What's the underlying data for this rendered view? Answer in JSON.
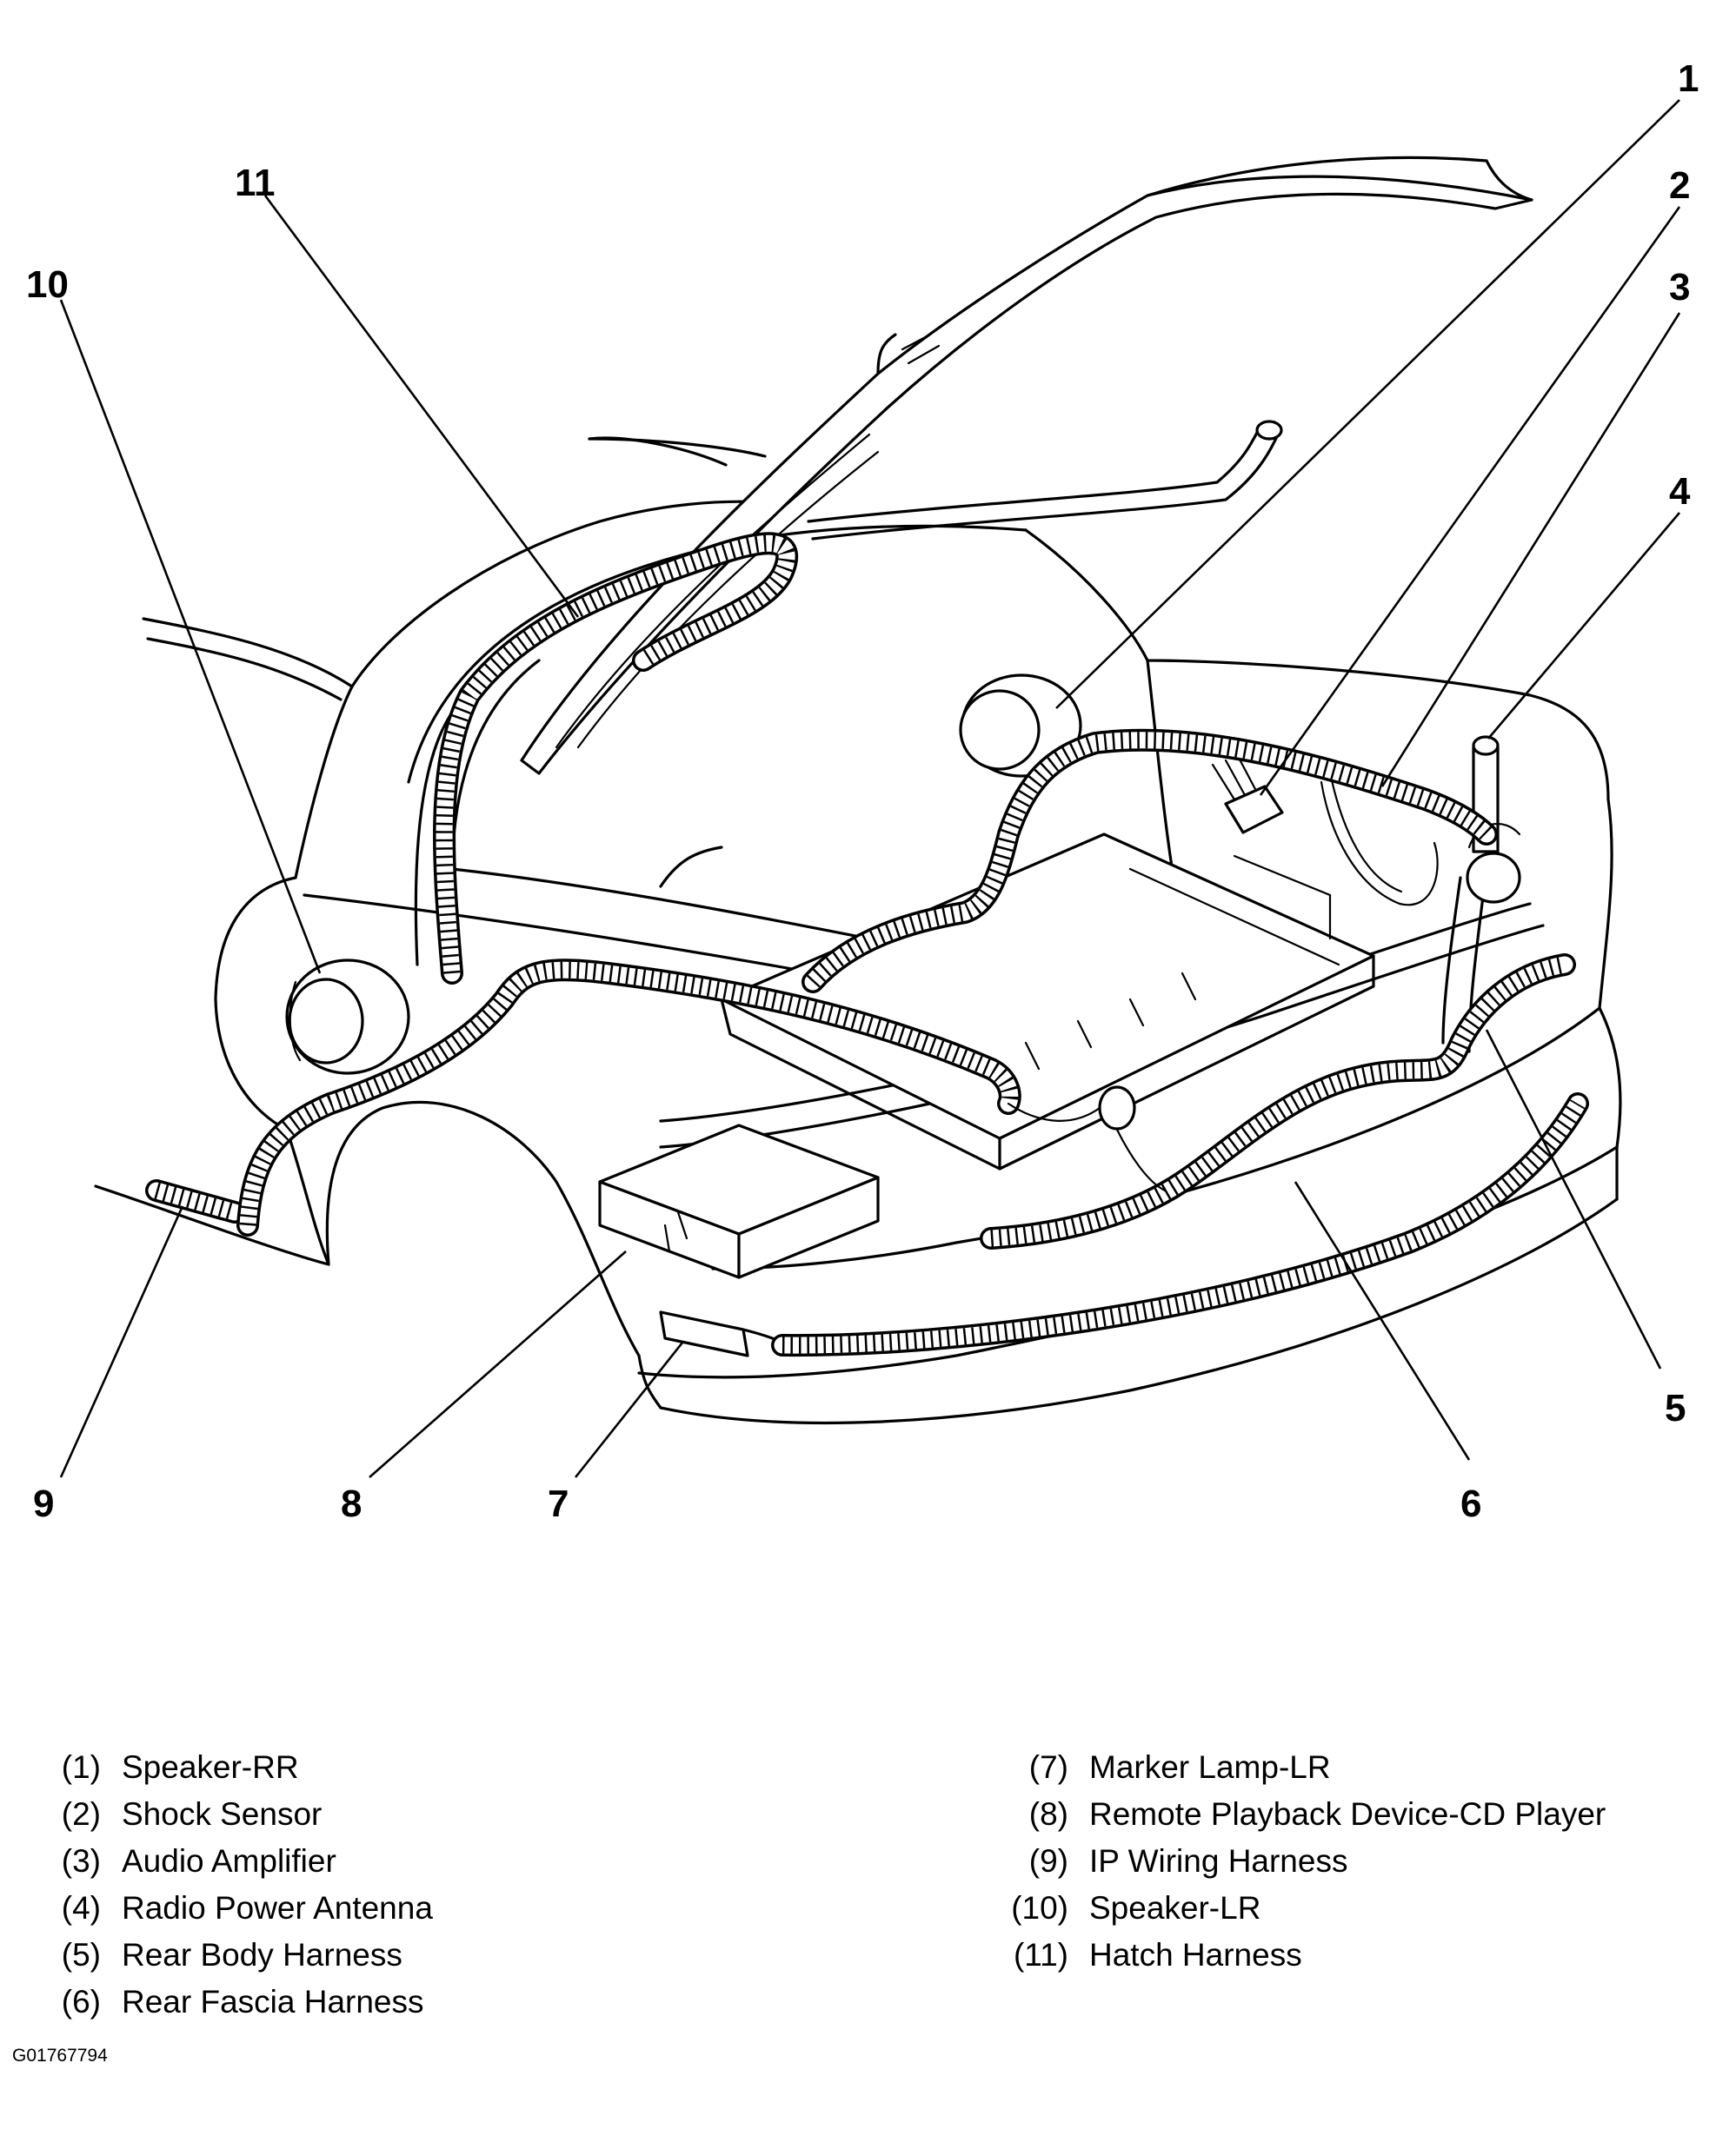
{
  "figure": {
    "id_code": "G01767794"
  },
  "callouts": [
    "1",
    "2",
    "3",
    "4",
    "5",
    "6",
    "7",
    "8",
    "9",
    "10",
    "11"
  ],
  "legend": {
    "left": [
      {
        "num": "(1)",
        "label": "Speaker-RR"
      },
      {
        "num": "(2)",
        "label": "Shock Sensor"
      },
      {
        "num": "(3)",
        "label": "Audio Amplifier"
      },
      {
        "num": "(4)",
        "label": "Radio Power Antenna"
      },
      {
        "num": "(5)",
        "label": "Rear Body Harness"
      },
      {
        "num": "(6)",
        "label": "Rear Fascia Harness"
      }
    ],
    "right": [
      {
        "num": "(7)",
        "label": "Marker Lamp-LR"
      },
      {
        "num": "(8)",
        "label": "Remote Playback Device-CD Player"
      },
      {
        "num": "(9)",
        "label": "IP Wiring Harness"
      },
      {
        "num": "(10)",
        "label": "Speaker-LR"
      },
      {
        "num": "(11)",
        "label": "Hatch Harness"
      }
    ]
  }
}
